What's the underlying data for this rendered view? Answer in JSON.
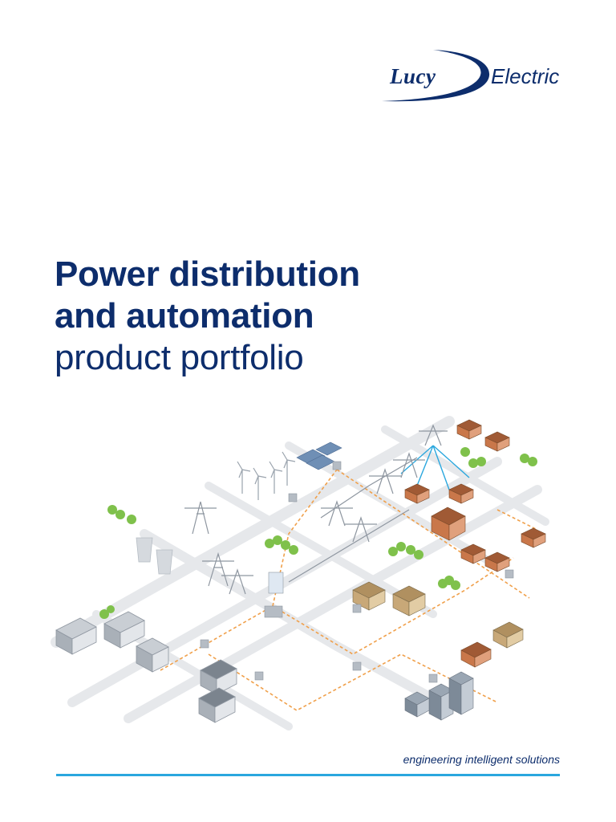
{
  "brand": {
    "name_mark": "Lucy",
    "name_suffix": "Electric",
    "primary_color": "#0d2d6c",
    "accent_color": "#2aa7de"
  },
  "cover": {
    "title_line_1": "Power distribution",
    "title_line_2": "and automation",
    "subtitle": "product portfolio"
  },
  "illustration": {
    "icon": "smart-grid-isometric-illustration",
    "line_color": "#f0a04b",
    "road_color": "#e6e8eb"
  },
  "footer": {
    "tagline": "engineering intelligent solutions"
  }
}
